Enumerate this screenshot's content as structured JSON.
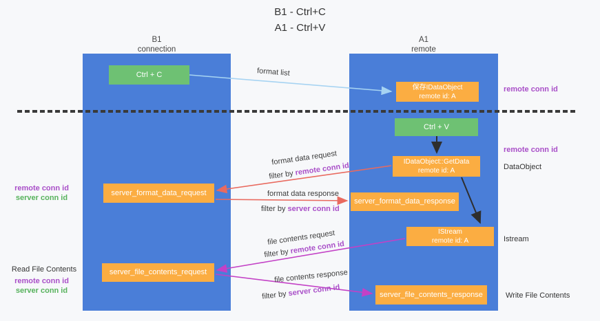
{
  "title": {
    "line1": "B1 - Ctrl+C",
    "line2": "A1 - Ctrl+V"
  },
  "columns": {
    "left": {
      "header_line1": "B1",
      "header_line2": "connection"
    },
    "right": {
      "header_line1": "A1",
      "header_line2": "remote"
    }
  },
  "boxes": {
    "ctrl_c": {
      "label": "Ctrl + C"
    },
    "saved_idataobject": {
      "line1": "保存IDataObject",
      "line2": "remote id: A"
    },
    "ctrl_v": {
      "label": "Ctrl + V"
    },
    "idataobject_getdata": {
      "line1": "IDataObject::GetData",
      "line2": "remote id: A"
    },
    "server_format_data_request": {
      "label": "server_format_data_request"
    },
    "server_format_data_response": {
      "label": "server_format_data_response"
    },
    "istream": {
      "line1": "IStream",
      "line2": "remote id: A"
    },
    "server_file_contents_request": {
      "label": "server_file_contents_request"
    },
    "server_file_contents_response": {
      "label": "server_file_contents_response"
    }
  },
  "arrow_labels": {
    "format_list": "format list",
    "format_data_request": "format data request",
    "format_data_response": "format data response",
    "file_contents_request": "file contents request",
    "file_contents_response": "file contents response",
    "filter_by": "filter by ",
    "remote_conn_id": "remote conn id",
    "server_conn_id": "server conn id"
  },
  "side_labels": {
    "remote_conn_id": "remote conn id",
    "server_conn_id": "server conn id",
    "dataobject": "DataObject",
    "istream": "Istream",
    "read_file_contents": "Read File Contents",
    "write_file_contents": "Write File Contents"
  },
  "colors": {
    "column_blue": "#4a7ed8",
    "box_orange": "#fbad42",
    "box_green": "#6ec173",
    "purple_id": "#a94fc8",
    "green_id": "#57b25c",
    "arrow_light_blue": "#a6d3f2",
    "arrow_red": "#e96a5f",
    "arrow_magenta": "#c341c6",
    "arrow_black": "#2e2e2e",
    "background": "#f7f8fa"
  }
}
